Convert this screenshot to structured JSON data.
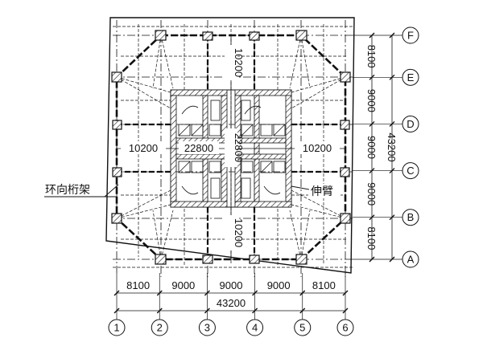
{
  "grid_x": {
    "labels": [
      "1",
      "2",
      "3",
      "4",
      "5",
      "6"
    ],
    "spacings": [
      8100,
      9000,
      9000,
      9000,
      8100
    ],
    "spacing_labels": [
      "8100",
      "9000",
      "9000",
      "9000",
      "8100"
    ],
    "total_label": "43200"
  },
  "grid_y": {
    "labels": [
      "A",
      "B",
      "C",
      "D",
      "E",
      "F"
    ],
    "spacings": [
      8100,
      9000,
      9000,
      9000,
      8100
    ],
    "spacing_labels": [
      "8100",
      "9000",
      "9000",
      "9000",
      "8100"
    ],
    "total_label": "43200"
  },
  "interior_dims": {
    "left": "10200",
    "center": "22800",
    "right": "10200",
    "top": "10200",
    "middle": "22800",
    "bottom": "10200"
  },
  "annotations": {
    "ring_truss": "环向桁架",
    "outrigger": "伸臂"
  },
  "colors": {
    "line": "#111111",
    "background": "#ffffff"
  }
}
